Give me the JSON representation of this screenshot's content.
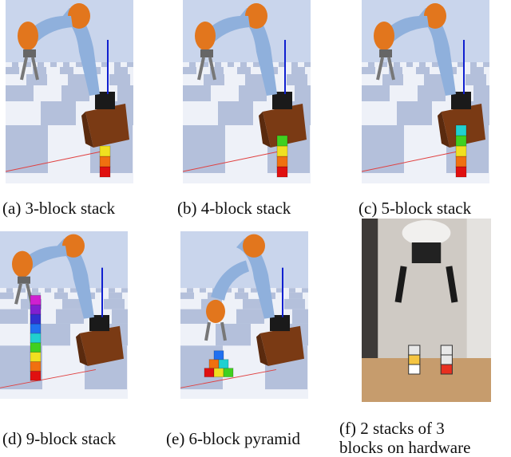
{
  "figure": {
    "panels": [
      {
        "id": "a",
        "caption": "(a) 3-block stack",
        "scene": "simulation",
        "arm_pose": "forward",
        "blocks": 3
      },
      {
        "id": "b",
        "caption": "(b) 4-block stack",
        "scene": "simulation",
        "arm_pose": "forward",
        "blocks": 4
      },
      {
        "id": "c",
        "caption": "(c) 5-block stack",
        "scene": "simulation",
        "arm_pose": "forward",
        "blocks": 5
      },
      {
        "id": "d",
        "caption": "(d) 9-block stack",
        "scene": "simulation",
        "arm_pose": "forward",
        "blocks": 9
      },
      {
        "id": "e",
        "caption": "(e) 6-block pyramid",
        "scene": "simulation",
        "arm_pose": "down",
        "blocks": 6
      },
      {
        "id": "f",
        "caption_line1": "(f)  2  stacks  of  3",
        "caption_line2": "blocks on hardware",
        "scene": "photo",
        "blocks": 6
      }
    ],
    "colors": {
      "sky": "#c9d5ec",
      "arm_blue": "#8fb0dc",
      "arm_orange": "#e2761d",
      "base_brown": "#7a3a14",
      "tile_light": "#eef1f8",
      "tile_dark": "#a9b7d6"
    }
  }
}
